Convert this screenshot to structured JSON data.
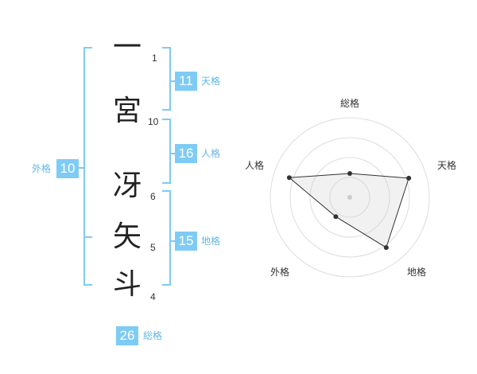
{
  "name": {
    "chars": [
      {
        "char": "一",
        "strokes": "1"
      },
      {
        "char": "宮",
        "strokes": "10"
      },
      {
        "char": "冴",
        "strokes": "6"
      },
      {
        "char": "矢",
        "strokes": "5"
      },
      {
        "char": "斗",
        "strokes": "4"
      }
    ]
  },
  "fortunes": {
    "ten": {
      "value": "11",
      "label": "天格"
    },
    "jin": {
      "value": "16",
      "label": "人格"
    },
    "chi": {
      "value": "15",
      "label": "地格"
    },
    "gai": {
      "value": "10",
      "label": "外格"
    },
    "sou": {
      "value": "26",
      "label": "総格"
    }
  },
  "colors": {
    "accent": "#7ecbf5",
    "accent_text": "#64b7e3"
  },
  "chart_data": {
    "type": "radar",
    "axes": [
      "総格",
      "天格",
      "地格",
      "外格",
      "人格"
    ],
    "values": [
      1.5,
      3.9,
      3.9,
      1.5,
      4.0
    ],
    "scale_max": 5,
    "rings": 4
  }
}
